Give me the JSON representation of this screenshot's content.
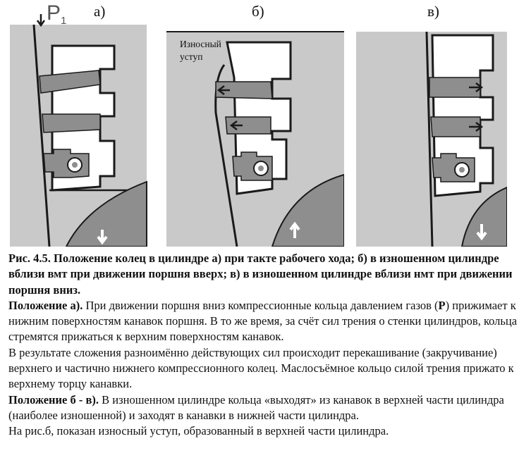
{
  "figure": {
    "panel_labels": [
      "а)",
      "б)",
      "в)"
    ],
    "pressure_label": "P",
    "pressure_subscript": "1",
    "wear_step_label_line1": "Износный",
    "wear_step_label_line2": "уступ"
  },
  "caption": {
    "title": "Рис. 4.5. Положение колец в цилиндре а) при такте рабочего хода; б) в изношенном цилиндре вблизи вмт при движении поршня вверх; в) в изношенном цилиндре вблизи нмт при движении поршня вниз.",
    "para1_lead": "Положение а).",
    "para1_text1": " При движении поршня вниз компрессионные кольца давлением газов (",
    "para1_bold_p": "Р",
    "para1_text2": ") прижимает к нижним поверхностям канавок поршня. В то же время, за счёт сил трения о стенки цилиндров, кольца стремятся прижаться к верхним поверхностям канавок.",
    "para2": "В результате сложения разноимённо действующих сил происходит перекашивание (закручивание) верхнего и частично нижнего компрессионного колец. Маслосъёмное кольцо силой трения прижато к верхнему торцу канавки.",
    "para3_lead": "Положение б - в).",
    "para3_text": " В изношенном цилиндре кольца «выходят» из канавок в верхней части цилиндра (наиболее изношенной) и заходят в канавки в нижней части цилиндра.",
    "para4": "На рис.б, показан износный уступ, образованный в верхней части цилиндра."
  },
  "colors": {
    "wall": "#c9c9c9",
    "ring": "#8e8e8e",
    "outline": "#1a1a1a",
    "piston": "#ffffff"
  }
}
